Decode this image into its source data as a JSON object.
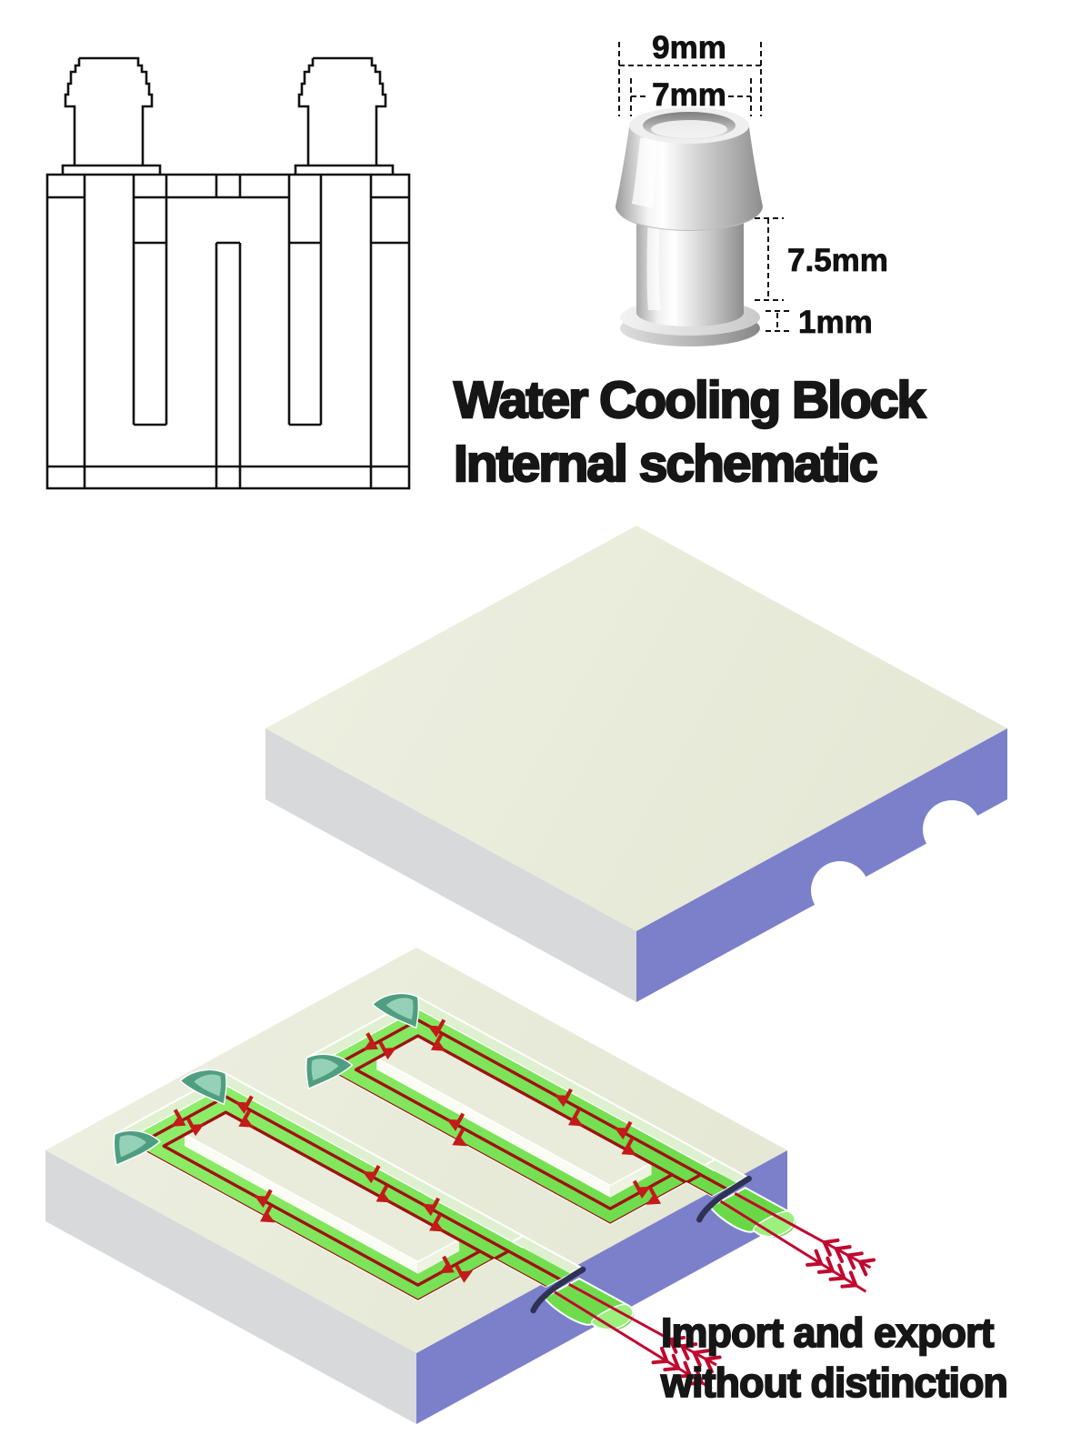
{
  "title": {
    "line1": "Water Cooling Block",
    "line2": "Internal schematic"
  },
  "caption": {
    "line1": "Import and export",
    "line2": "without distinction"
  },
  "fitting": {
    "dim_top_outer": "9mm",
    "dim_top_inner": "7mm",
    "dim_body_height": "7.5mm",
    "dim_flange_height": "1mm"
  },
  "colors": {
    "background": "#ffffff",
    "ink": "#161616",
    "line": "#111111",
    "cream": "#e9ecda",
    "gray_face": "#d8d9db",
    "purple": "#7c80ca",
    "wall_light": "#dff0d0",
    "green": "#7de35b",
    "green_dark": "#63d544",
    "green_cap": "#9cf07d",
    "teal": "#4f9e82",
    "teal_light": "#9bd6bc",
    "red_line": "#9e1212",
    "red_accent": "#c1082f",
    "arrow_red": "#c31a1a",
    "navy": "#2e3254",
    "metal_light": "#f5f5f5",
    "metal_mid": "#c9c9c9",
    "metal_dark": "#8f8f8f"
  },
  "bottom_plate": {
    "loops": [
      {
        "name": "upper-channel-loop",
        "ring": [
          58,
          56,
          440,
          196
        ],
        "island": [
          102,
          100,
          396,
          152
        ],
        "red_outer": [
          71,
          69,
          427,
          183
        ],
        "red_inner": [
          89,
          87,
          409,
          165
        ],
        "entry_v": [
          56,
          100
        ],
        "fan_corners": [
          [
            58,
            56,
            -1
          ],
          [
            58,
            196,
            1
          ]
        ],
        "arrows": [
          [
            255,
            69,
            "-u"
          ],
          [
            285,
            87,
            "+u"
          ],
          [
            330,
            69,
            "-u"
          ],
          [
            352,
            87,
            "+u"
          ],
          [
            95,
            69,
            "-u"
          ],
          [
            112,
            87,
            "+u"
          ],
          [
            71,
            126,
            "+v"
          ],
          [
            89,
            126,
            "-v"
          ],
          [
            235,
            183,
            "+u"
          ],
          [
            215,
            165,
            "-u"
          ],
          [
            427,
            126,
            "+v"
          ],
          [
            409,
            126,
            "-v"
          ]
        ]
      },
      {
        "name": "lower-channel-loop",
        "ring": [
          25,
          265,
          407,
          405
        ],
        "island": [
          69,
          309,
          363,
          361
        ],
        "red_outer": [
          38,
          278,
          394,
          392
        ],
        "red_inner": [
          56,
          296,
          376,
          374
        ],
        "entry_v": [
          265,
          309
        ],
        "fan_corners": [
          [
            25,
            265,
            -1
          ],
          [
            25,
            405,
            1
          ]
        ],
        "arrows": [
          [
            222,
            278,
            "-u"
          ],
          [
            252,
            296,
            "+u"
          ],
          [
            297,
            278,
            "-u"
          ],
          [
            319,
            296,
            "+u"
          ],
          [
            62,
            278,
            "-u"
          ],
          [
            79,
            296,
            "+u"
          ],
          [
            38,
            335,
            "+v"
          ],
          [
            56,
            335,
            "-v"
          ],
          [
            202,
            392,
            "+u"
          ],
          [
            182,
            374,
            "-u"
          ],
          [
            394,
            335,
            "-v"
          ],
          [
            376,
            335,
            "+v"
          ]
        ]
      }
    ],
    "ports": [
      {
        "loop": 0,
        "v_lines": [
          69,
          87
        ],
        "mouth_v": [
          56,
          100
        ],
        "fly_len": 170,
        "tongue_len": 55
      },
      {
        "loop": 1,
        "v_lines": [
          278,
          296
        ],
        "mouth_v": [
          265,
          309
        ],
        "fly_len": 185,
        "tongue_len": 60
      }
    ]
  }
}
